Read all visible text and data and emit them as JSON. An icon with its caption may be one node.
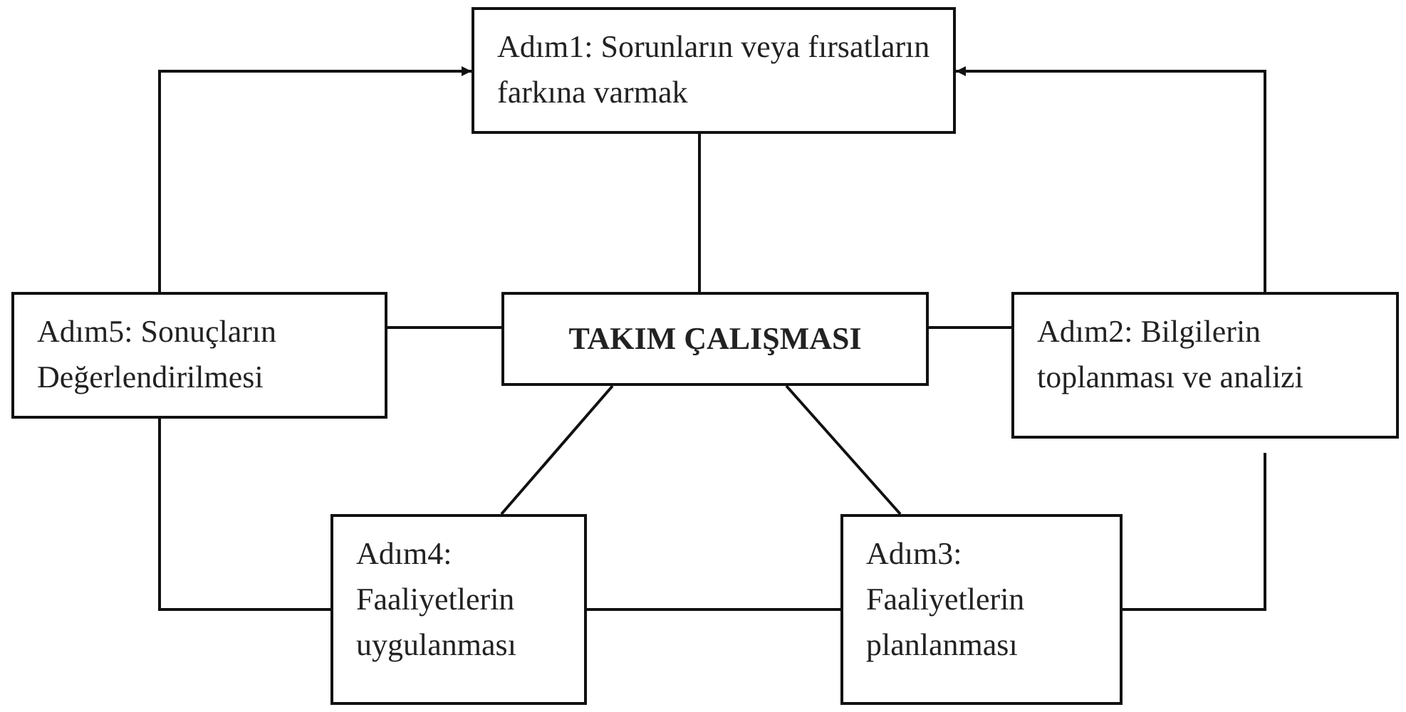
{
  "diagram": {
    "nodes": [
      {
        "text": [
          "Adım1: Sorunların veya fırsatların farkına varmak"
        ]
      },
      {
        "text": [
          "TAKIM ÇALIŞMASI"
        ]
      },
      {
        "text": [
          "Adım5: Sonuçların Değerlendirilmesi"
        ]
      },
      {
        "text": [
          "Adım2: Bilgilerin toplanması ve analizi"
        ]
      },
      {
        "text": [
          "Adım4: Faaliyetlerin uygulanması"
        ]
      },
      {
        "text": [
          "Adım3: Faaliyetlerin planlanması"
        ]
      }
    ],
    "edges": [
      {
        "from": 2,
        "to": 0,
        "arrow": "to"
      },
      {
        "from": 3,
        "to": 0,
        "arrow": "to"
      },
      {
        "from": 1,
        "to": 0,
        "arrow": "none"
      },
      {
        "from": 1,
        "to": 2,
        "arrow": "none"
      },
      {
        "from": 1,
        "to": 3,
        "arrow": "none"
      },
      {
        "from": 1,
        "to": 4,
        "arrow": "none"
      },
      {
        "from": 1,
        "to": 5,
        "arrow": "none"
      },
      {
        "from": 2,
        "to": 4,
        "arrow": "none"
      },
      {
        "from": 4,
        "to": 5,
        "arrow": "none"
      },
      {
        "from": 5,
        "to": 3,
        "arrow": "none"
      }
    ]
  }
}
